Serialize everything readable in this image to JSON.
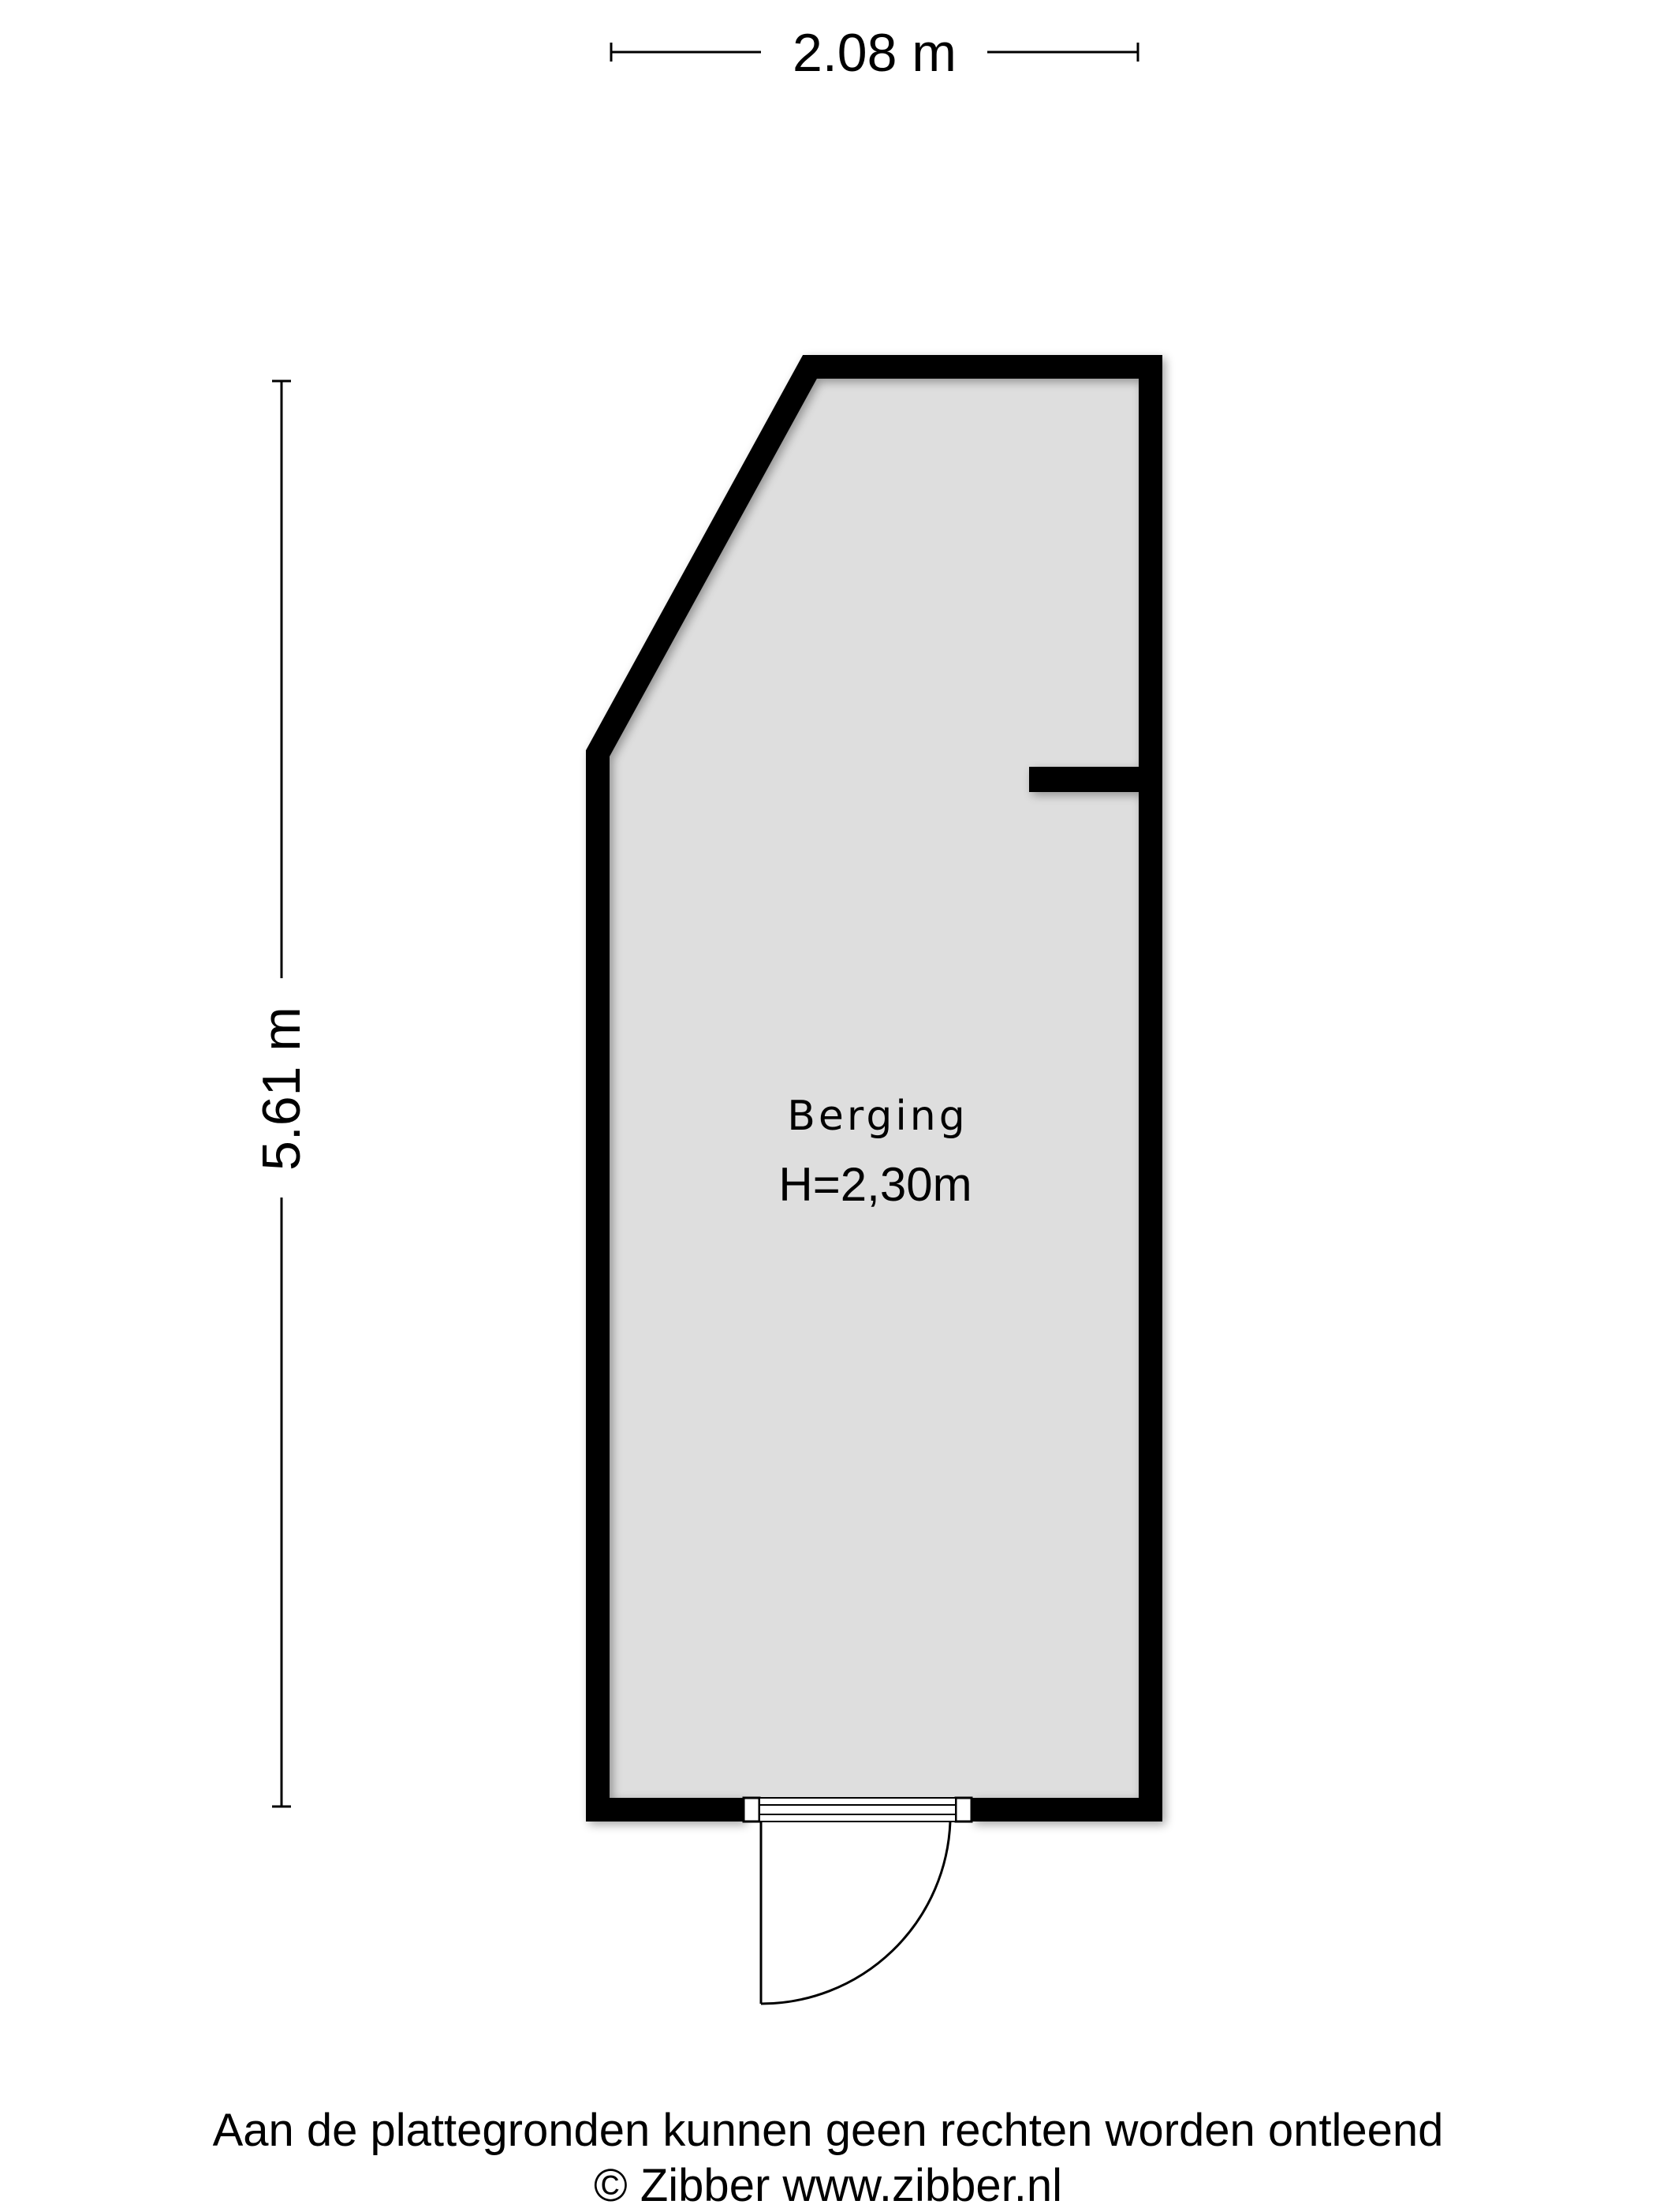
{
  "dimensions": {
    "width_label": "2.08 m",
    "height_label": "5.61 m"
  },
  "room": {
    "name": "Berging",
    "height_label": "H=2,30m"
  },
  "footer": {
    "disclaimer": "Aan de plattegronden kunnen geen rechten worden ontleend",
    "copyright": "© Zibber www.zibber.nl"
  },
  "colors": {
    "wall": "#000000",
    "floor": "#dedede",
    "background": "#ffffff"
  }
}
